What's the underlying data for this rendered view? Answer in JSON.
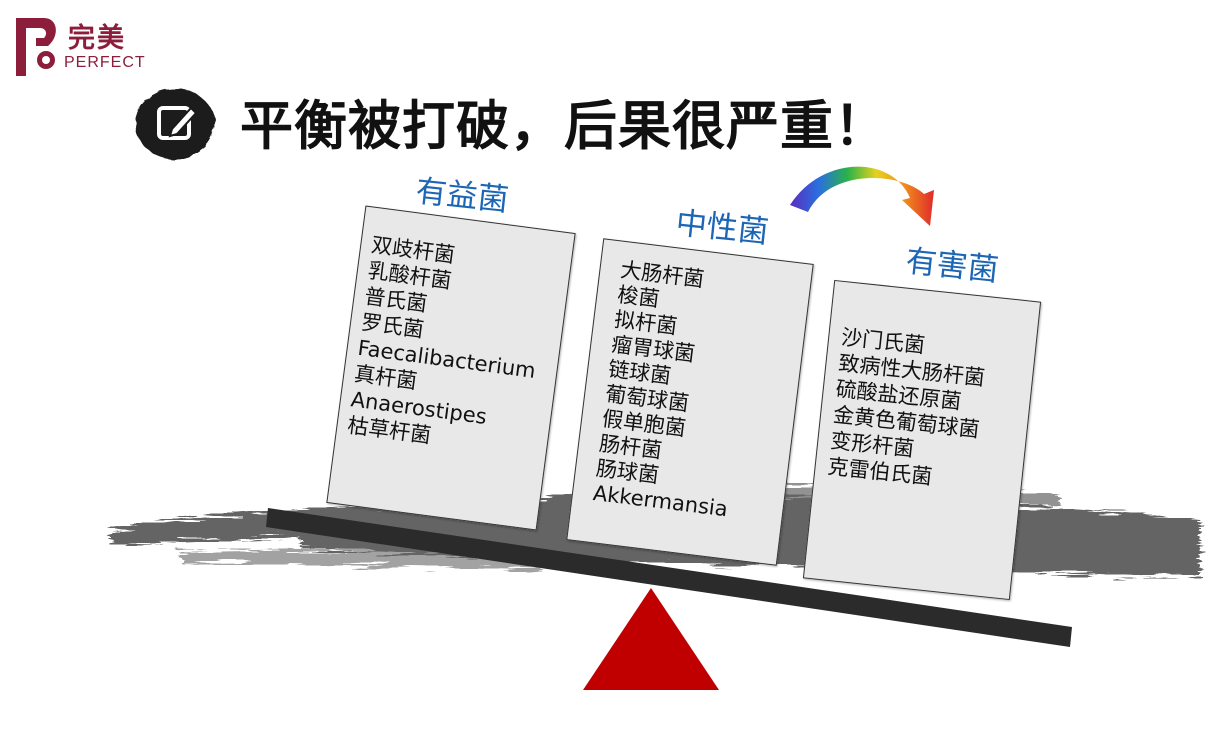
{
  "logo": {
    "chinese": "完美",
    "english": "PERFECT"
  },
  "title": "平衡被打破，后果很严重！",
  "groups": {
    "beneficial": {
      "title": "有益菌",
      "items": [
        "双歧杆菌",
        "乳酸杆菌",
        "普氏菌",
        "罗氏菌",
        "Faecalibacterium",
        "真杆菌",
        "Anaerostipes",
        "枯草杆菌"
      ]
    },
    "neutral": {
      "title": "中性菌",
      "items": [
        "大肠杆菌",
        "梭菌",
        "拟杆菌",
        "瘤胃球菌",
        "链球菌",
        "葡萄球菌",
        "假单胞菌",
        "肠杆菌",
        "肠球菌",
        "Akkermansia"
      ]
    },
    "harmful": {
      "title": "有害菌",
      "items": [
        "沙门氏菌",
        "致病性大肠杆菌",
        "硫酸盐还原菌",
        "金黄色葡萄球菌",
        "变形杆菌",
        "克雷伯氏菌"
      ]
    }
  },
  "colors": {
    "brand": "#8c1d3b",
    "group_title": "#1d66b4",
    "fulcrum": "#c00000",
    "beam": "#2b2b2b",
    "card": "#e8e8e8"
  }
}
